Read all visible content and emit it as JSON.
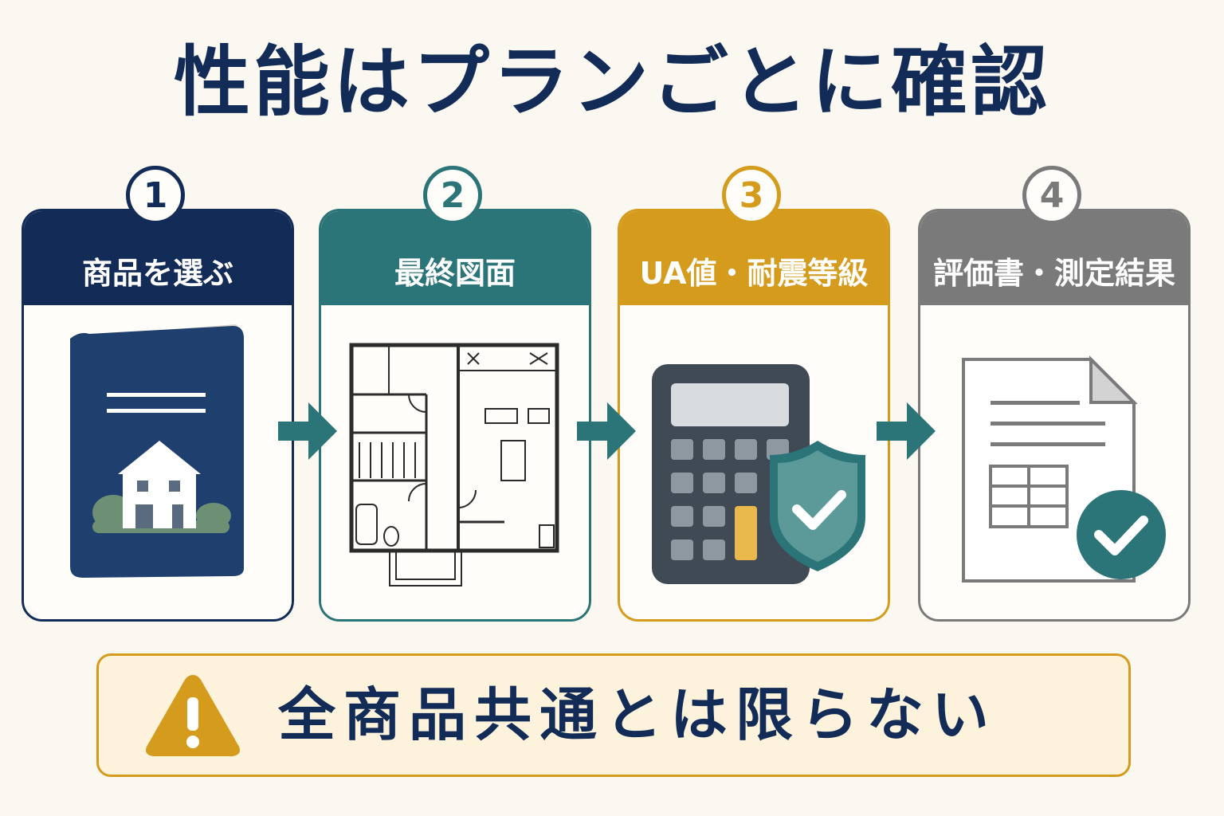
{
  "title": "性能はプランごとに確認",
  "steps": [
    {
      "number": "1",
      "label": "商品を選ぶ",
      "color": "#132c57",
      "icon": "catalog-book-icon"
    },
    {
      "number": "2",
      "label": "最終図面",
      "color": "#2b7478",
      "icon": "floor-plan-icon"
    },
    {
      "number": "3",
      "label": "UA値・耐震等級",
      "color": "#d49b1c",
      "icon": "calculator-shield-icon"
    },
    {
      "number": "4",
      "label": "評価書・測定結果",
      "color": "#7a7a7a",
      "icon": "document-check-icon"
    }
  ],
  "warning": {
    "text": "全商品共通とは限らない",
    "icon": "warning-icon",
    "color": "#d49b1c"
  },
  "colors": {
    "arrow": "#2b7478",
    "title": "#132c57"
  }
}
